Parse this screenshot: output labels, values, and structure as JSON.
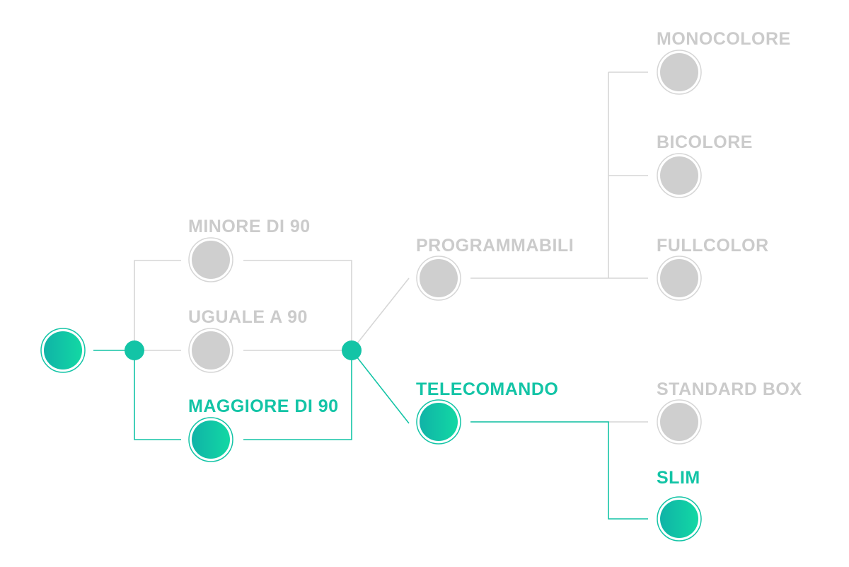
{
  "colors": {
    "active": "#13c4a6",
    "active_gradient_start": "#10b3a7",
    "active_gradient_end": "#12d8a4",
    "inactive_fill": "#cfcfcf",
    "inactive_line": "#d6d6d6",
    "background": "#ffffff"
  },
  "nodes": {
    "root": {
      "label": "",
      "active": true
    },
    "minore": {
      "label": "MINORE DI 90",
      "active": false
    },
    "uguale": {
      "label": "UGUALE A 90",
      "active": false
    },
    "maggiore": {
      "label": "MAGGIORE DI 90",
      "active": true
    },
    "programmabili": {
      "label": "PROGRAMMABILI",
      "active": false
    },
    "telecomando": {
      "label": "TELECOMANDO",
      "active": true
    },
    "monocolore": {
      "label": "MONOCOLORE",
      "active": false
    },
    "bicolore": {
      "label": "BICOLORE",
      "active": false
    },
    "fullcolor": {
      "label": "FULLCOLOR",
      "active": false
    },
    "standard_box": {
      "label": "STANDARD BOX",
      "active": false
    },
    "slim": {
      "label": "SLIM",
      "active": true
    }
  }
}
